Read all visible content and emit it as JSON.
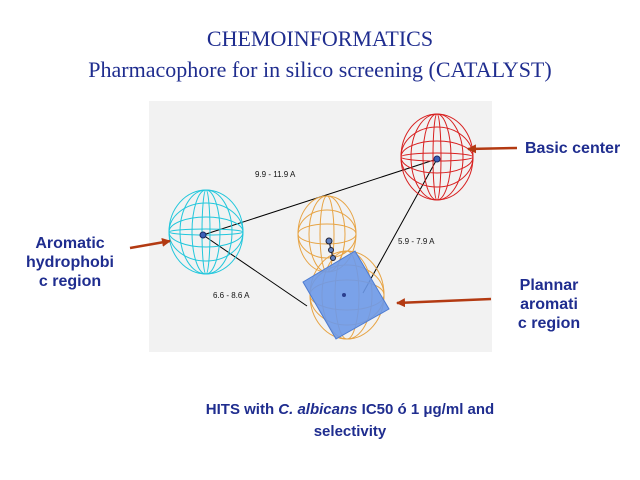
{
  "title": {
    "line1": "CHEMOINFORMATICS",
    "line2": "Pharmacophore for   in silico   screening (CATALYST)"
  },
  "labels": {
    "basic_center": "Basic center",
    "aromatic": [
      "Aromatic",
      "hydrophobi",
      "c region"
    ],
    "plannar": [
      "Plannar",
      "aromati",
      "c region"
    ]
  },
  "distances": {
    "d1": "9.9 - 11.9  A",
    "d2": "5.9 - 7.9  A",
    "d3": "6.6 - 8.6  A"
  },
  "footer": {
    "prefix": "HITS  with ",
    "species": "C. albicans",
    "suffix": " IC50 ó 1 μg/ml  and",
    "line2": "selectivity"
  },
  "colors": {
    "title": "#1f2d8f",
    "arrow": "#b33a12",
    "red_sphere": "#d82020",
    "cyan_sphere": "#22c7dc",
    "orange_sphere": "#e7a445",
    "plane": "#6d99e8",
    "panel": "#f2f2f2"
  }
}
